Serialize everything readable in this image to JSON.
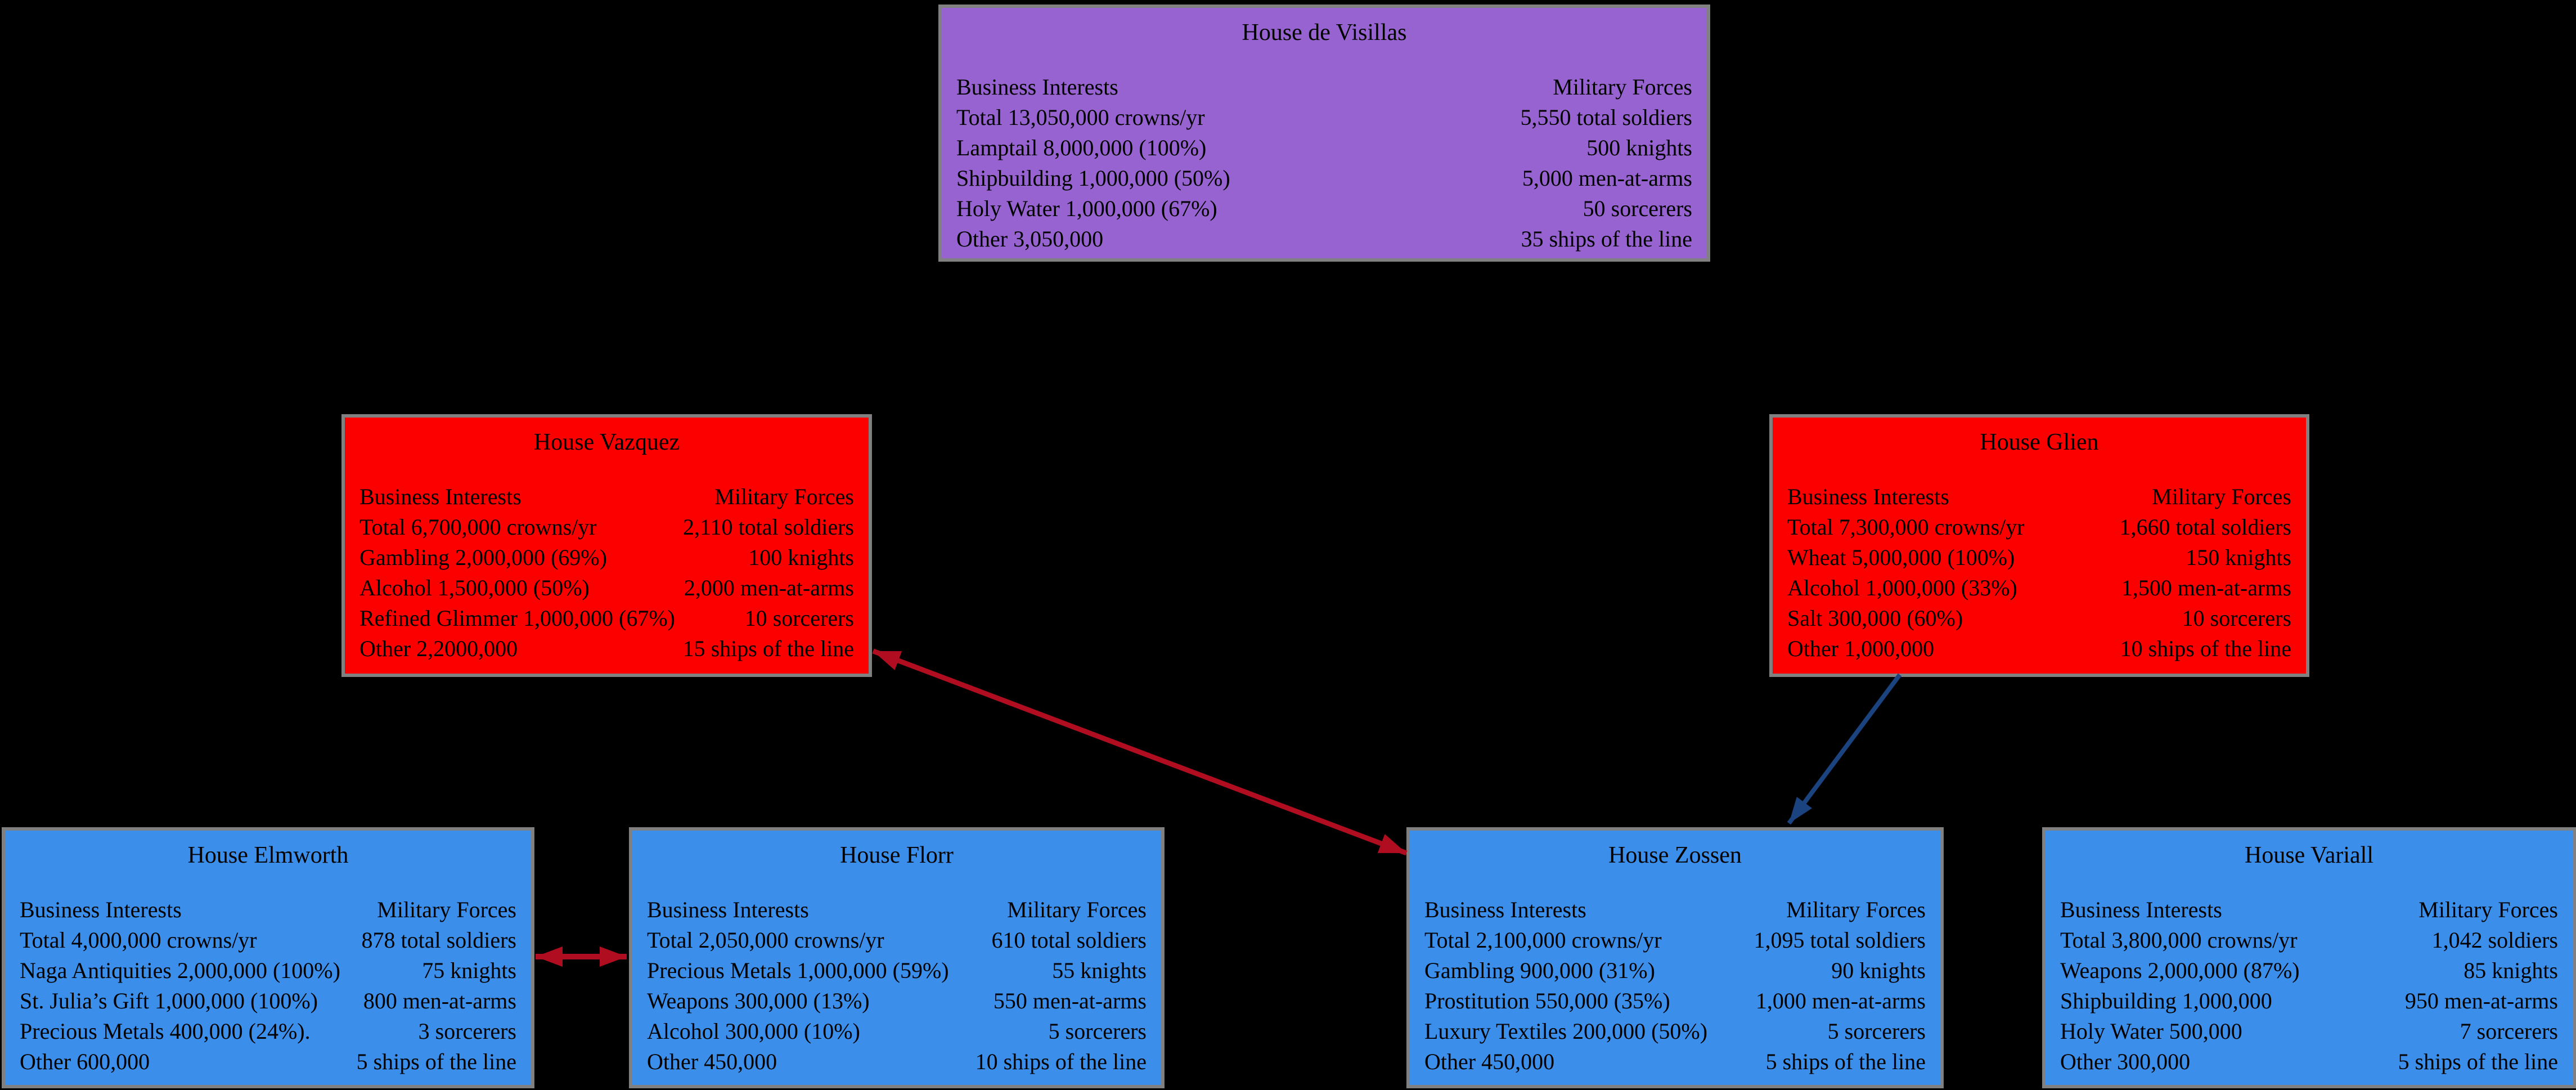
{
  "colors": {
    "page_background": "#000000",
    "purple_house": "#9763D0",
    "red_house": "#FC0000",
    "blue_house": "#3B8EEA",
    "box_border": "#808080",
    "red_arrow": "#B00E20",
    "blue_arrow": "#1A4380"
  },
  "houses": [
    {
      "title": "House de Visillas",
      "business_header": "Business Interests",
      "military_header": "Military Forces",
      "business": [
        "Total 13,050,000 crowns/yr",
        "Lamptail 8,000,000 (100%)",
        "Shipbuilding 1,000,000 (50%)",
        "Holy Water 1,000,000 (67%)",
        "Other 3,050,000"
      ],
      "military": [
        "5,550 total soldiers",
        "500 knights",
        "5,000 men-at-arms",
        "50 sorcerers",
        "35 ships of the line"
      ]
    },
    {
      "title": "House Vazquez",
      "business_header": "Business Interests",
      "military_header": "Military Forces",
      "business": [
        "Total 6,700,000 crowns/yr",
        "Gambling 2,000,000 (69%)",
        "Alcohol 1,500,000 (50%)",
        "Refined Glimmer 1,000,000 (67%)",
        "Other 2,2000,000"
      ],
      "military": [
        "2,110 total soldiers",
        "100 knights",
        "2,000 men-at-arms",
        "10 sorcerers",
        "15 ships of the line"
      ]
    },
    {
      "title": "House Glien",
      "business_header": "Business Interests",
      "military_header": "Military Forces",
      "business": [
        "Total 7,300,000 crowns/yr",
        "Wheat 5,000,000 (100%)",
        "Alcohol 1,000,000 (33%)",
        "Salt 300,000 (60%)",
        "Other 1,000,000"
      ],
      "military": [
        "1,660 total soldiers",
        "150 knights",
        "1,500 men-at-arms",
        "10 sorcerers",
        "10 ships of the line"
      ]
    },
    {
      "title": "House Elmworth",
      "business_header": "Business Interests",
      "military_header": "Military Forces",
      "business": [
        "Total 4,000,000 crowns/yr",
        "Naga Antiquities 2,000,000 (100%)",
        "St. Julia’s Gift 1,000,000 (100%)",
        "Precious Metals 400,000 (24%).",
        "Other 600,000"
      ],
      "military": [
        "878 total soldiers",
        "75 knights",
        "800 men-at-arms",
        "3 sorcerers",
        "5 ships of the line"
      ]
    },
    {
      "title": "House Florr",
      "business_header": "Business Interests",
      "military_header": "Military Forces",
      "business": [
        "Total 2,050,000 crowns/yr",
        "Precious Metals 1,000,000 (59%)",
        "Weapons 300,000 (13%)",
        "Alcohol 300,000 (10%)",
        "Other 450,000"
      ],
      "military": [
        "610 total soldiers",
        "55 knights",
        "550 men-at-arms",
        "5 sorcerers",
        "10 ships of the line"
      ]
    },
    {
      "title": "House Zossen",
      "business_header": "Business Interests",
      "military_header": "Military Forces",
      "business": [
        "Total 2,100,000 crowns/yr",
        "Gambling 900,000 (31%)",
        "Prostitution 550,000 (35%)",
        "Luxury Textiles 200,000 (50%)",
        "Other 450,000"
      ],
      "military": [
        "1,095 total soldiers",
        "90 knights",
        "1,000 men-at-arms",
        "5 sorcerers",
        "5 ships of the line"
      ]
    },
    {
      "title": "House Variall",
      "business_header": "Business Interests",
      "military_header": "Military Forces",
      "business": [
        "Total 3,800,000 crowns/yr",
        "Weapons 2,000,000 (87%)",
        "Shipbuilding 1,000,000",
        "Holy Water 500,000",
        "Other 300,000"
      ],
      "military": [
        "1,042 soldiers",
        "85 knights",
        "950 men-at-arms",
        "7 sorcerers",
        "5 ships of the line"
      ]
    }
  ],
  "arrows": [
    {
      "from": "House Vazquez",
      "to": "House Zossen",
      "type": "double-headed",
      "color": "#B00E20"
    },
    {
      "from": "House Elmworth",
      "to": "House Florr",
      "type": "double-headed",
      "color": "#B00E20"
    },
    {
      "from": "House Glien",
      "to": "House Zossen",
      "type": "single-headed",
      "color": "#1A4380"
    }
  ]
}
